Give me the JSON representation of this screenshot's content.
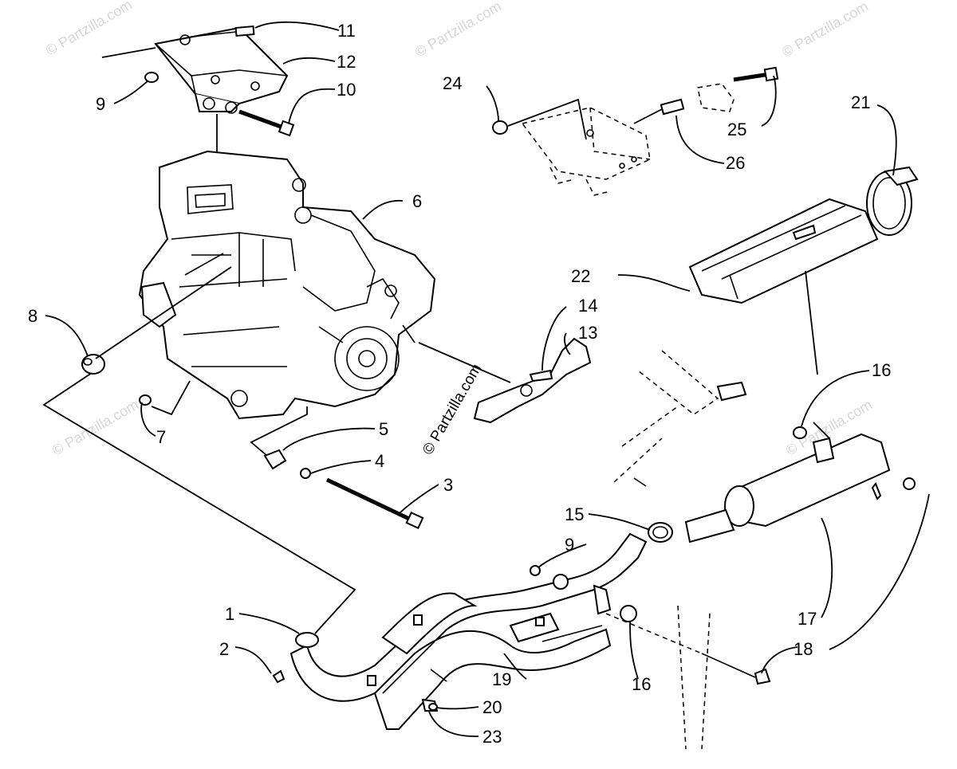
{
  "watermark": "© Partzilla.com",
  "callouts": {
    "c1": "1",
    "c2": "2",
    "c3": "3",
    "c4": "4",
    "c5": "5",
    "c6": "6",
    "c7": "7",
    "c8": "8",
    "c9a": "9",
    "c9b": "9",
    "c10": "10",
    "c11": "11",
    "c12": "12",
    "c13": "13",
    "c14": "14",
    "c15": "15",
    "c16a": "16",
    "c16b": "16",
    "c17": "17",
    "c18": "18",
    "c19": "19",
    "c20": "20",
    "c21": "21",
    "c22": "22",
    "c23": "23",
    "c24": "24",
    "c25": "25",
    "c26": "26"
  }
}
